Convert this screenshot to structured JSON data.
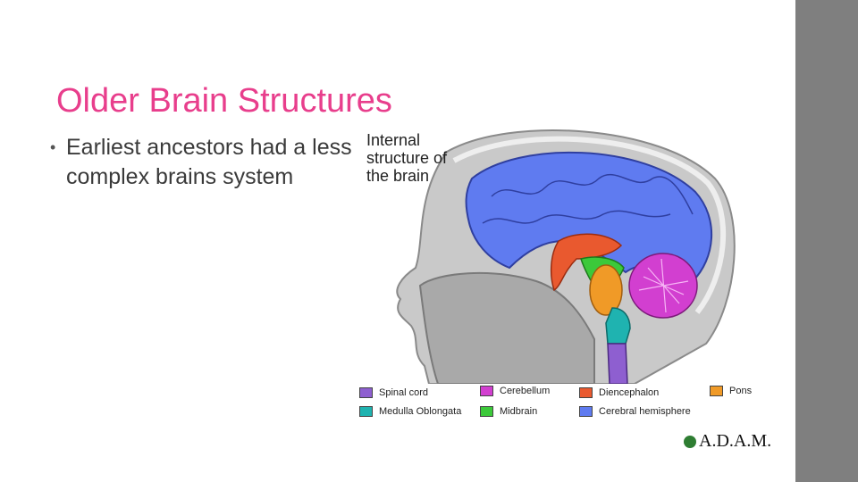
{
  "slide": {
    "title": "Older Brain Structures",
    "bullet": "Earliest ancestors had a less complex brains system"
  },
  "figure": {
    "caption_lines": [
      "Internal",
      "structure of",
      "the brain"
    ],
    "legend": [
      {
        "label": "Spinal cord",
        "color": "#8e5fd0"
      },
      {
        "label": "Cerebellum",
        "color": "#d23fd0"
      },
      {
        "label": "Diencephalon",
        "color": "#e9592f"
      },
      {
        "label": "Pons",
        "color": "#f09a27"
      },
      {
        "label": "Medulla Oblongata",
        "color": "#1fb3b0"
      },
      {
        "label": "Midbrain",
        "color": "#3cc93a"
      },
      {
        "label": "Cerebral hemisphere",
        "color": "#5f7bf0"
      }
    ],
    "logo": "A.D.A.M."
  },
  "colors": {
    "title": "#e83e8c",
    "sidebar": "#7f7f7f"
  }
}
